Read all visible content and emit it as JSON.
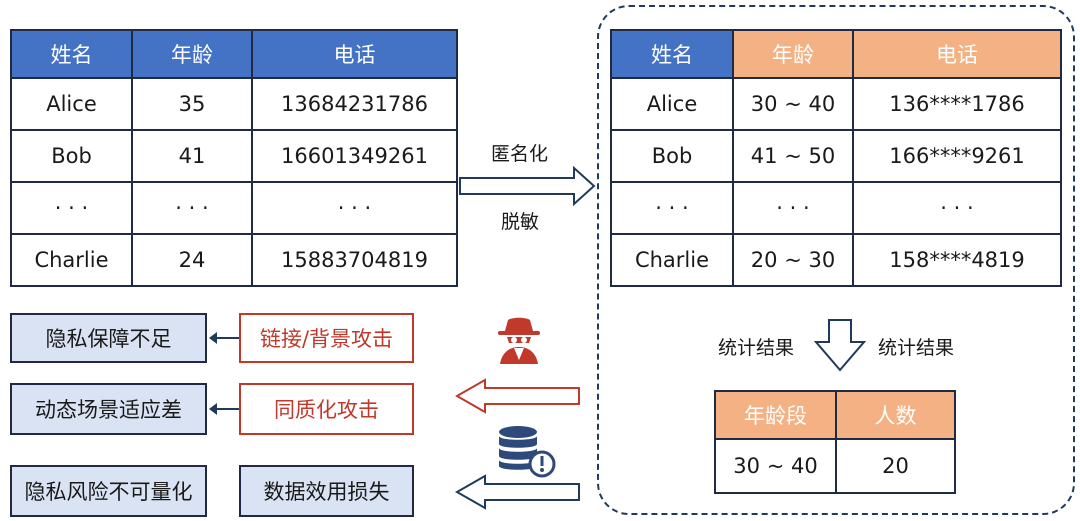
{
  "left_table": {
    "headers": [
      "姓名",
      "年龄",
      "电话"
    ],
    "rows": [
      [
        "Alice",
        "35",
        "13684231786"
      ],
      [
        "Bob",
        "41",
        "16601349261"
      ],
      [
        "· · ·",
        "· · ·",
        "· · ·"
      ],
      [
        "Charlie",
        "24",
        "15883704819"
      ]
    ]
  },
  "right_table": {
    "headers": [
      "姓名",
      "年龄",
      "电话"
    ],
    "rows": [
      [
        "Alice",
        "30 ~ 40",
        "136****1786"
      ],
      [
        "Bob",
        "41 ~ 50",
        "166****9261"
      ],
      [
        "· · ·",
        "· · ·",
        "· · ·"
      ],
      [
        "Charlie",
        "20 ~ 30",
        "158****4819"
      ]
    ]
  },
  "arrow_labels": {
    "top": "匿名化",
    "bottom": "脱敏"
  },
  "stats": {
    "left_label": "统计结果",
    "right_label": "统计结果"
  },
  "stats_table": {
    "headers": [
      "年龄段",
      "人数"
    ],
    "row": [
      "30 ~ 40",
      "20"
    ]
  },
  "problems": [
    "隐私保障不足",
    "动态场景适应差",
    "隐私风险不可量化"
  ],
  "attacks": [
    "链接/背景攻击",
    "同质化攻击"
  ],
  "utility_loss": "数据效用损失",
  "icons": [
    "hacker-icon",
    "database-warning-icon"
  ],
  "colors": {
    "header_blue": "#4472c4",
    "header_orange": "#f4b183",
    "box_blue": "#dae3f3",
    "attack_red": "#c0392b"
  }
}
